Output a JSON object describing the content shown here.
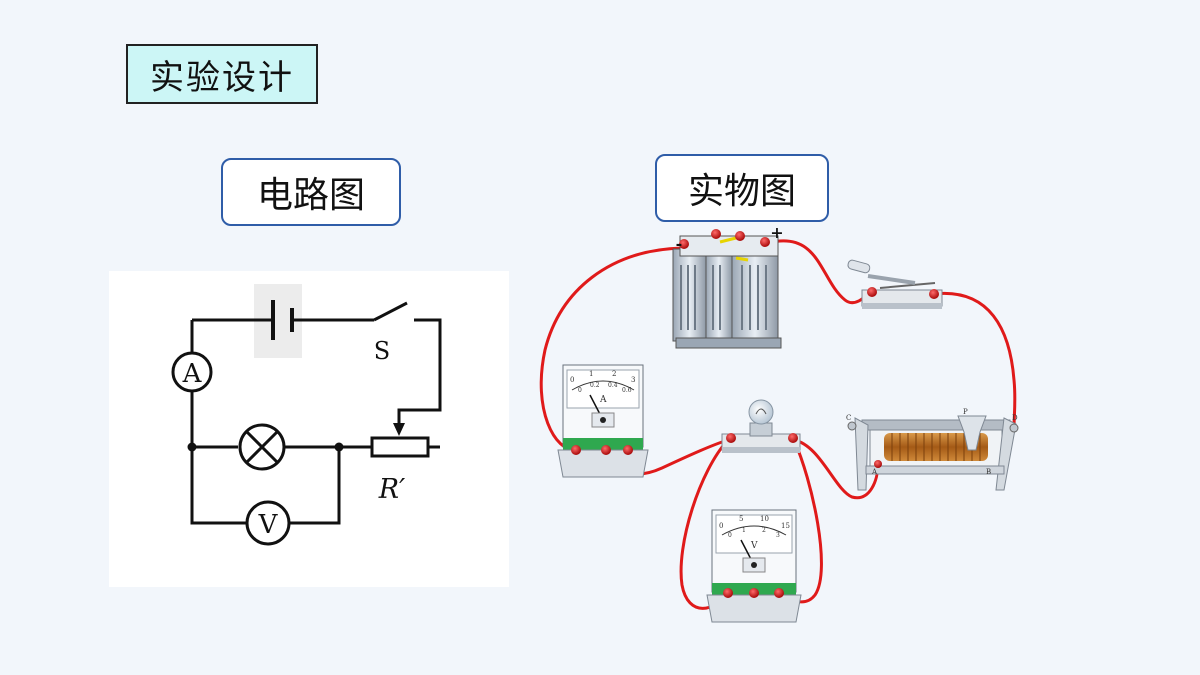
{
  "title": "实验设计",
  "labels": {
    "circuit": "电路图",
    "physical": "实物图"
  },
  "circuit": {
    "ammeter": "A",
    "voltmeter": "V",
    "switch": "S",
    "rheostat": "R′"
  },
  "physical": {
    "battery_minus": "-",
    "battery_plus": "+",
    "ammeter_symbol": "A",
    "voltmeter_symbol": "V",
    "ammeter_scale": [
      "0",
      "1",
      "2",
      "3"
    ],
    "ammeter_scale_small": [
      "0",
      "0.2",
      "0.4",
      "0.6"
    ],
    "voltmeter_scale": [
      "0",
      "5",
      "10",
      "15"
    ],
    "voltmeter_scale_small": [
      "0",
      "1",
      "2",
      "3"
    ],
    "rheostat_terminals": [
      "C",
      "P",
      "D",
      "A",
      "B"
    ],
    "wire_color": "#e01a1a"
  }
}
